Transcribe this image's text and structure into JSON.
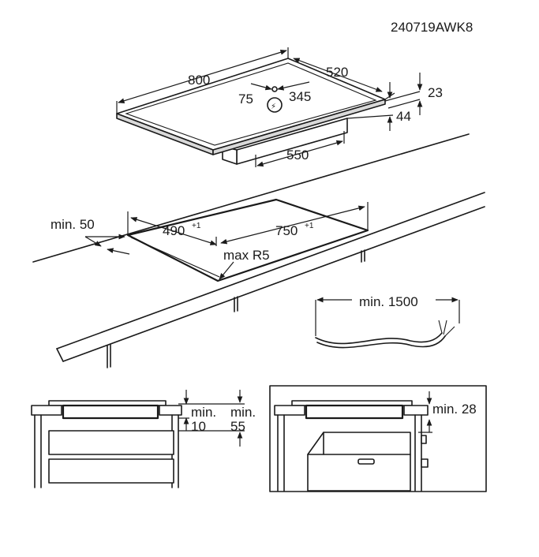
{
  "drawing_code": "240719AWK8",
  "hob": {
    "width": "800",
    "depth": "520",
    "connection_left": "75",
    "connection_right": "345",
    "total_thickness": "23",
    "under_height": "44",
    "base_width": "550",
    "power_symbol": "⚡"
  },
  "cutout": {
    "depth": "490",
    "depth_tolerance": "+1",
    "width": "750",
    "width_tolerance": "+1",
    "corner_radius": "max R5",
    "edge_distance": "min. 50"
  },
  "cable": {
    "length": "min. 1500"
  },
  "side_view_drawer": {
    "gap_label_a": "min.",
    "gap_value_a": "10",
    "gap_label_b": "min.",
    "gap_value_b": "55"
  },
  "side_view_oven": {
    "gap_label": "min. 28"
  },
  "colors": {
    "line": "#1a1a1a",
    "shade": "#d9d9d9",
    "background": "#ffffff"
  }
}
